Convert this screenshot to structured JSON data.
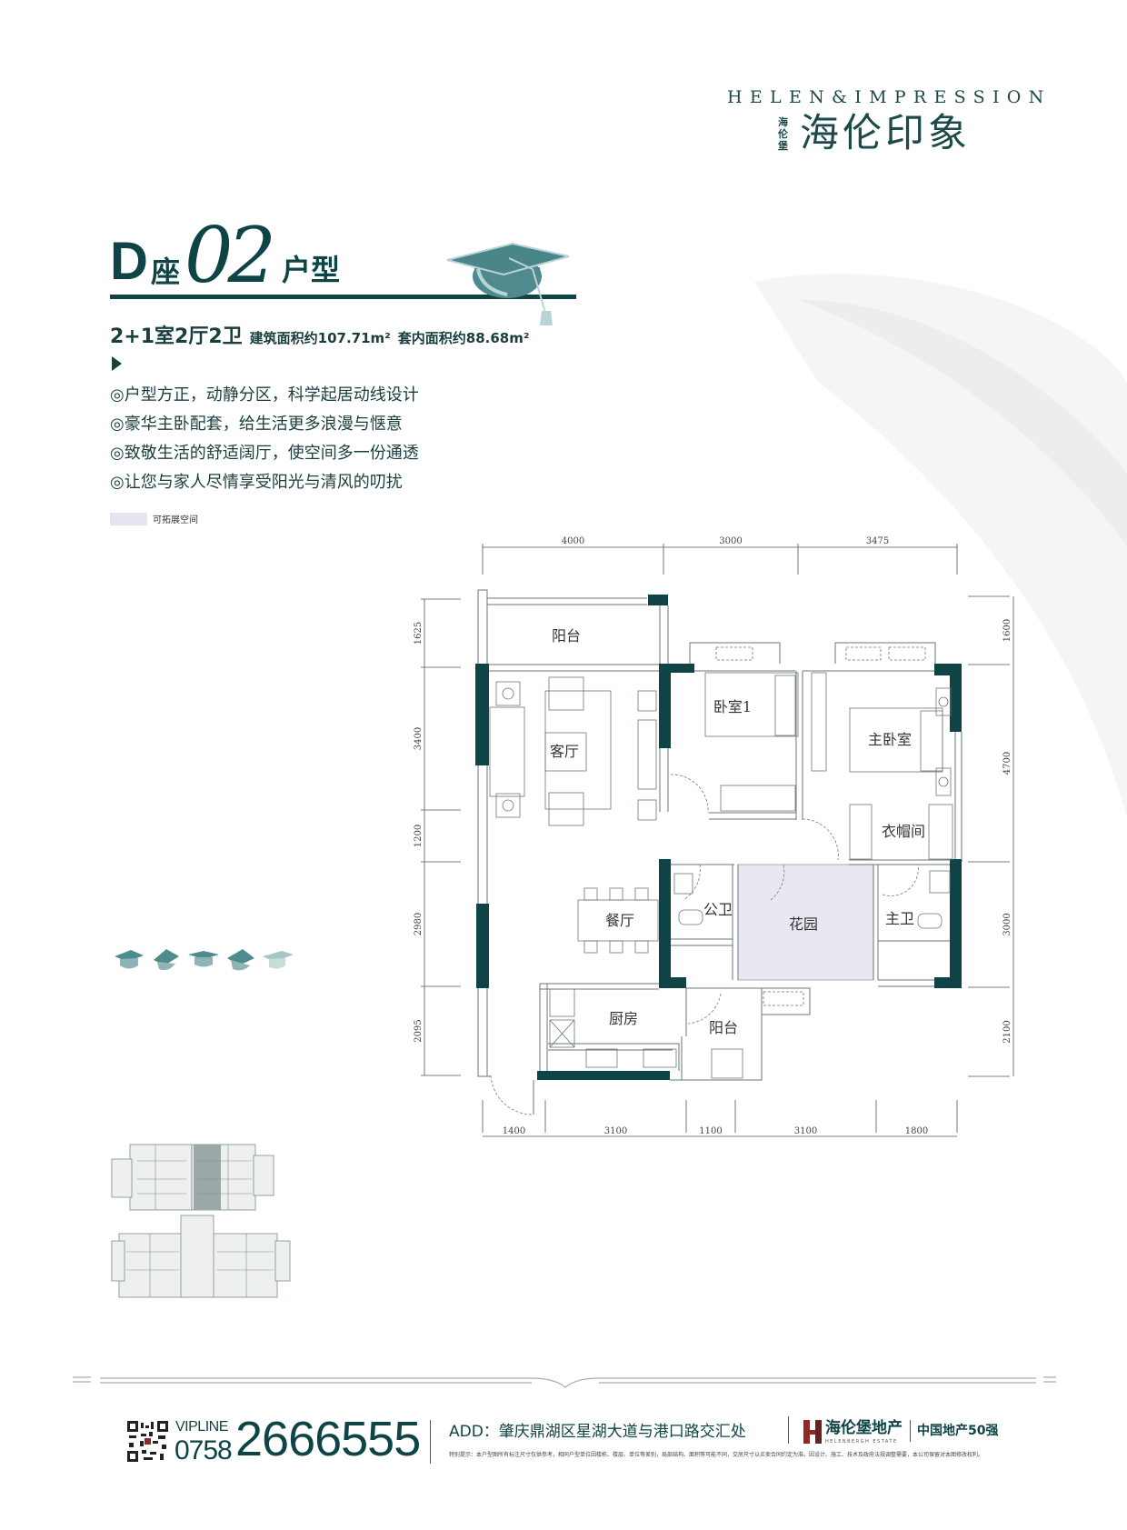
{
  "brand": {
    "name_en": "HELEN&IMPRESSION",
    "name_cn": "海伦印象",
    "developer_small": "海伦堡"
  },
  "title": {
    "building": "D",
    "zuo": "座",
    "unit_number": "02",
    "unit_type": "户型"
  },
  "specs": {
    "layout": "2+1室2厅2卫",
    "gross_area": "建筑面积约107.71m²",
    "net_area": "套内面积约88.68m²"
  },
  "features": [
    "◎户型方正，动静分区，科学起居动线设计",
    "◎豪华主卧配套，给生活更多浪漫与惬意",
    "◎致敬生活的舒适阔厅，使空间多一份通透",
    "◎让您与家人尽情享受阳光与清风的叨扰"
  ],
  "legend": {
    "label": "可拓展空间",
    "color": "#e6e4ee"
  },
  "floorplan": {
    "rooms": {
      "balcony_top": "阳台",
      "living": "客厅",
      "bedroom1": "卧室1",
      "master": "主卧室",
      "closet": "衣帽间",
      "dining": "餐厅",
      "public_bath": "公卫",
      "garden": "花园",
      "master_bath": "主卫",
      "kitchen": "厨房",
      "balcony_bottom": "阳台"
    },
    "dims_top": [
      "4000",
      "3000",
      "3475"
    ],
    "dims_bottom": [
      "1400",
      "3100",
      "1100",
      "3100",
      "1800"
    ],
    "dims_left": [
      "1625",
      "3400",
      "1200",
      "2980",
      "2095"
    ],
    "dims_right": [
      "1600",
      "4700",
      "3000",
      "2100"
    ],
    "wall_color": "#0f4446",
    "garden_color": "#e9e7f1"
  },
  "footer": {
    "vipline_label": "VIPLINE",
    "area_code": "0758",
    "phone": "2666555",
    "address": "ADD：肇庆鼎湖区星湖大道与港口路交汇处",
    "disclaimer": "特别提示：本户型图所有标注尺寸仅供参考，相同户型单位因楼栋、楼层、单位等差别，局部结构、面积等可能不同，交房尺寸以买卖合同约定为准。因设计、施工、技术及政府法规调整需要，本公司保留对本图修改权利。",
    "developer_logo": "海伦堡地产",
    "developer_logo_en": "HELENBERGH ESTATE",
    "ranking": "中国地产50强"
  },
  "colors": {
    "primary": "#0f4446",
    "accent": "#4f8a8e"
  }
}
